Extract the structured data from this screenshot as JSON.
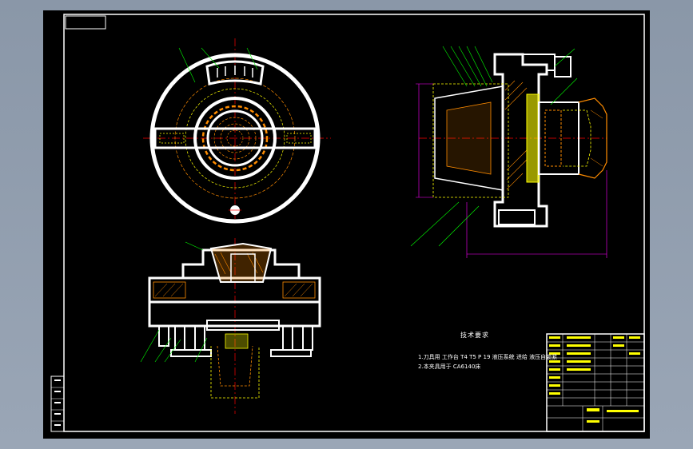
{
  "drawing": {
    "tech_requirements_title": "技术要求",
    "notes": [
      "1.刀具用 工作台 T4 T5 P 19 液压系统 进给 液压自锁紧",
      "2.本夹具用于 CA6140床"
    ]
  },
  "colors": {
    "background": "#000000",
    "outline": "#ffffff",
    "hidden_lines": "#ffff00",
    "center_lines": "#ff0000",
    "leaders": "#00ff00",
    "hatch": "#ff8c00",
    "dimensions": "#ff00ff"
  }
}
